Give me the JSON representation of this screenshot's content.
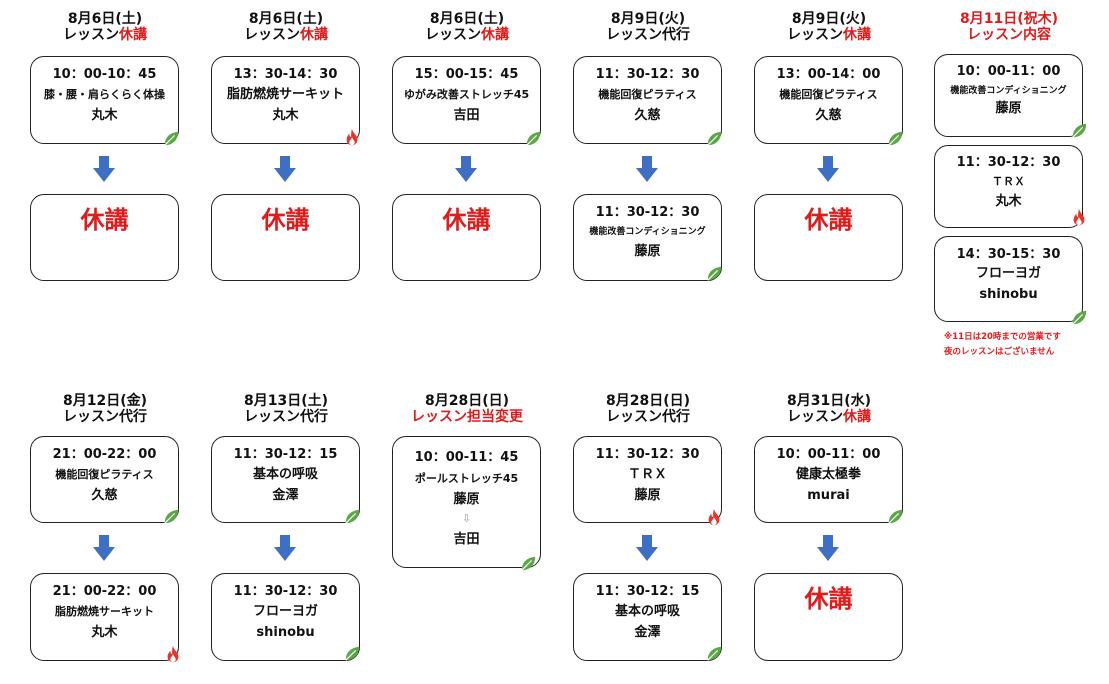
{
  "colors": {
    "accent_red": "#e01b1b",
    "arrow_blue": "#3f6fc4",
    "leaf_green": "#5aa845",
    "fire_red": "#e8322b"
  },
  "columns": {
    "c1": {
      "date": "8月6日(土)",
      "kind_plain": "レッスン",
      "kind_red": "休講",
      "card1": {
        "time": "10：00-10：45",
        "cls": "膝・腰・肩らくらく体操",
        "inst": "丸木"
      },
      "card2": {
        "closed": "休講"
      }
    },
    "c2": {
      "date": "8月6日(土)",
      "kind_plain": "レッスン",
      "kind_red": "休講",
      "card1": {
        "time": "13：30-14：30",
        "cls": "脂肪燃焼サーキット",
        "inst": "丸木"
      },
      "card2": {
        "closed": "休講"
      }
    },
    "c3": {
      "date": "8月6日(土)",
      "kind_plain": "レッスン",
      "kind_red": "休講",
      "card1": {
        "time": "15：00-15：45",
        "cls": "ゆがみ改善ストレッチ45",
        "inst": "吉田"
      },
      "card2": {
        "closed": "休講"
      }
    },
    "c4": {
      "date": "8月9日(火)",
      "kind_plain": "レッスン代行",
      "card1": {
        "time": "11：30-12：30",
        "cls": "機能回復ピラティス",
        "inst": "久慈"
      },
      "card2": {
        "time": "11：30-12：30",
        "cls": "機能改善コンディショニング",
        "inst": "藤原"
      }
    },
    "c5": {
      "date": "8月9日(火)",
      "kind_plain": "レッスン",
      "kind_red": "休講",
      "card1": {
        "time": "13：00-14：00",
        "cls": "機能回復ピラティス",
        "inst": "久慈"
      },
      "card2": {
        "closed": "休講"
      }
    },
    "c6": {
      "date": "8月11日(祝木)",
      "kind_red_full": "レッスン内容",
      "card1": {
        "time": "10：00-11：00",
        "cls": "機能改善コンディショニング",
        "inst": "藤原"
      },
      "card2": {
        "time": "11：30-12：30",
        "cls": "ＴＲＸ",
        "inst": "丸木"
      },
      "card3": {
        "time": "14：30-15：30",
        "cls": "フローヨガ",
        "inst": "shinobu"
      },
      "note1": "※11日は20時までの営業です",
      "note2": "夜のレッスンはございません"
    },
    "c7": {
      "date": "8月12日(金)",
      "kind_plain": "レッスン代行",
      "card1": {
        "time": "21：00-22：00",
        "cls": "機能回復ピラティス",
        "inst": "久慈"
      },
      "card2": {
        "time": "21：00-22：00",
        "cls": "脂肪燃焼サーキット",
        "inst": "丸木"
      }
    },
    "c8": {
      "date": "8月13日(土)",
      "kind_plain": "レッスン代行",
      "card1": {
        "time": "11：30-12：15",
        "cls": "基本の呼吸",
        "inst": "金澤"
      },
      "card2": {
        "time": "11：30-12：30",
        "cls": "フローヨガ",
        "inst": "shinobu"
      }
    },
    "c9": {
      "date": "8月28日(日)",
      "kind_red_full": "レッスン担当変更",
      "card1": {
        "time": "10：00-11：45",
        "cls": "ポールストレッチ45",
        "inst": "藤原",
        "arrow": "⇩",
        "inst2": "吉田"
      }
    },
    "c10": {
      "date": "8月28日(日)",
      "kind_plain": "レッスン代行",
      "card1": {
        "time": "11：30-12：30",
        "cls": "ＴＲＸ",
        "inst": "藤原"
      },
      "card2": {
        "time": "11：30-12：15",
        "cls": "基本の呼吸",
        "inst": "金澤"
      }
    },
    "c11": {
      "date": "8月31日(水)",
      "kind_plain": "レッスン",
      "kind_red": "休講",
      "card1": {
        "time": "10：00-11：00",
        "cls": "健康太極拳",
        "inst": "murai"
      },
      "card2": {
        "closed": "休講"
      }
    }
  }
}
